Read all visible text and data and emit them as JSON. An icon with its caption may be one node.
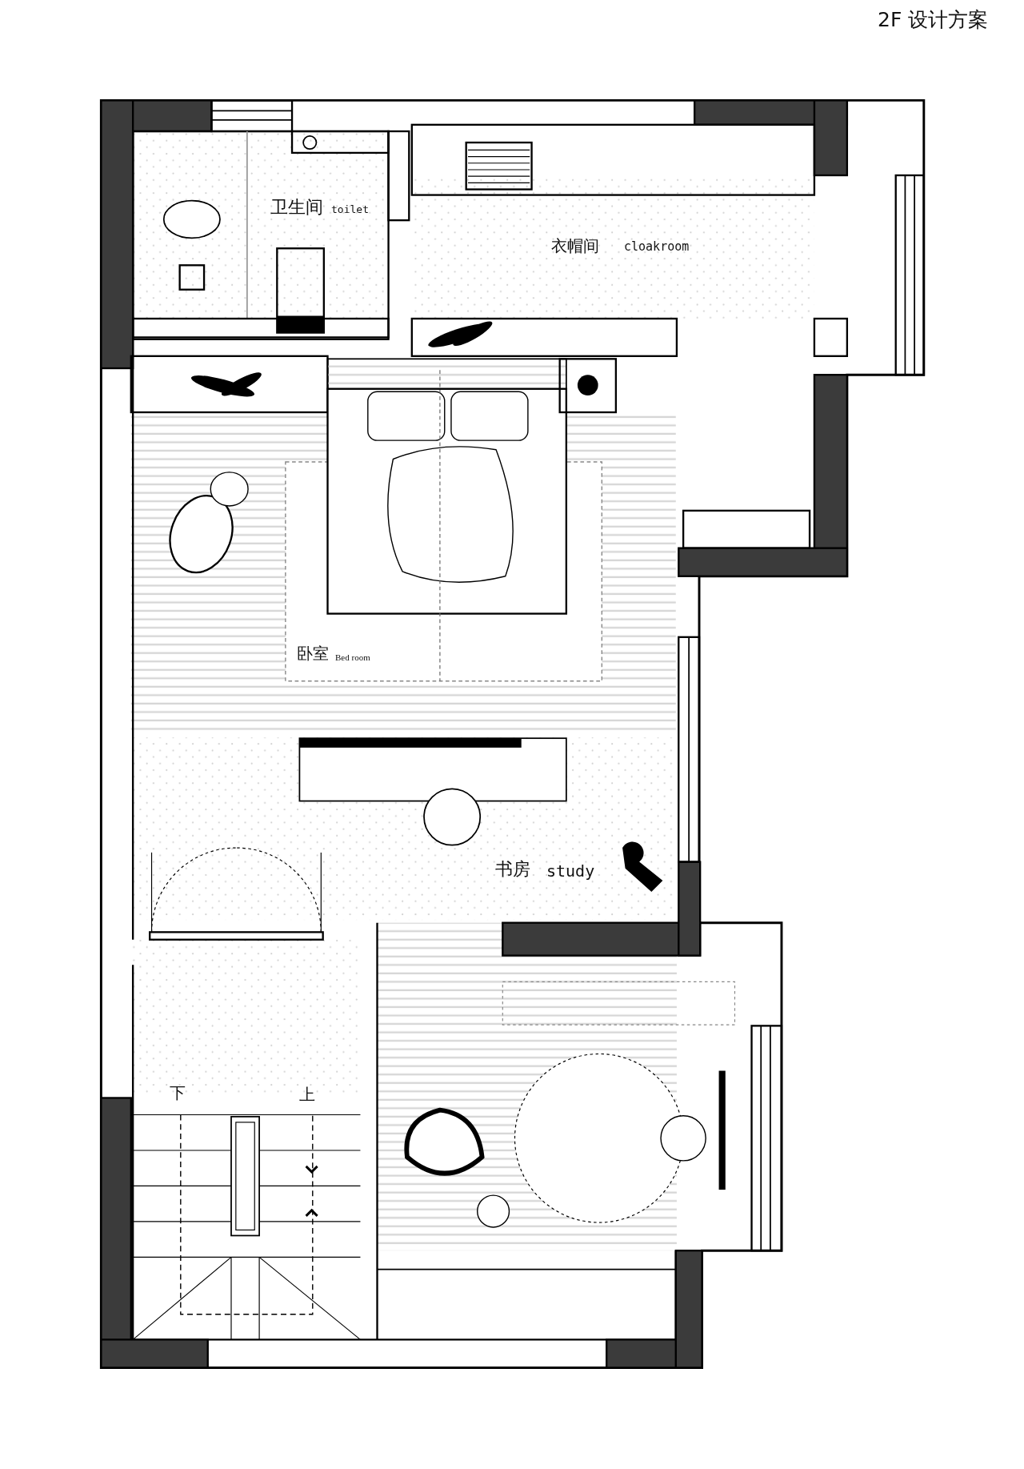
{
  "diagram": {
    "title": "2F 设计方案",
    "labels": [
      "卫生间",
      "toilet",
      "衣帽间",
      "cloakroom",
      "卧室",
      "Bed room",
      "书房",
      "study",
      "下",
      "上"
    ]
  }
}
